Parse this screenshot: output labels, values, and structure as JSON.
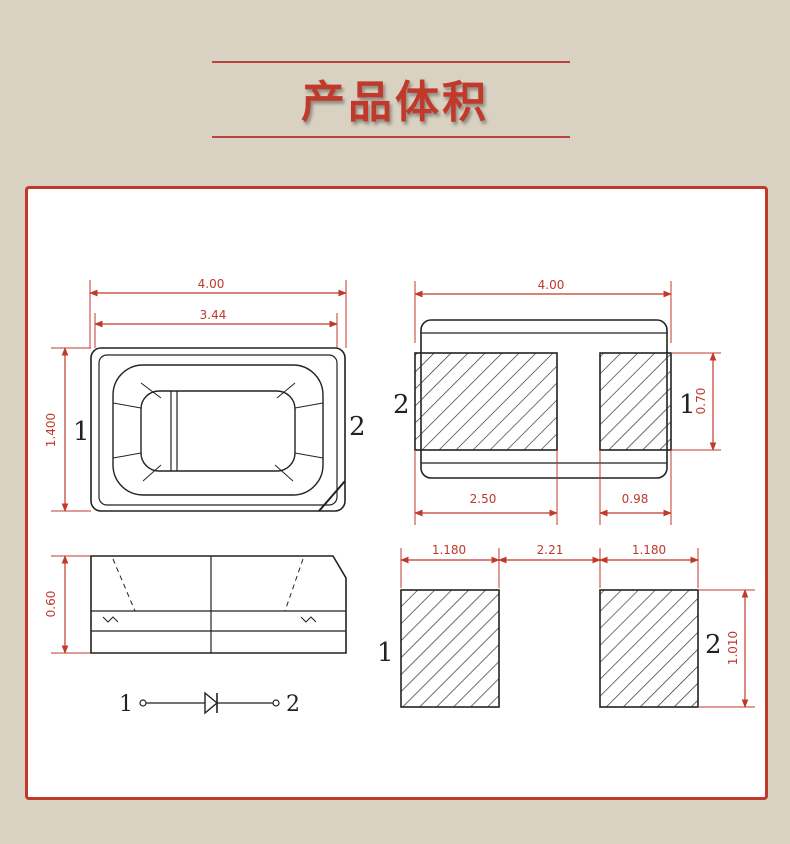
{
  "header": {
    "title": "产品体积"
  },
  "dimensions": {
    "top_width_outer": "4.00",
    "top_width_inner": "3.44",
    "top_height": "1.400",
    "side_height": "0.60",
    "bottom_width": "4.00",
    "pad_height": "0.70",
    "pad_left_width": "2.50",
    "pad_right_width": "0.98",
    "footprint_pad_left": "1.180",
    "footprint_gap": "2.21",
    "footprint_pad_right": "1.180",
    "footprint_pad_height": "1.010"
  },
  "pins": {
    "top_left": "1",
    "top_right": "2",
    "bottom_left": "2",
    "bottom_right": "1",
    "diode_left": "1",
    "diode_right": "2",
    "footprint_left": "1",
    "footprint_right": "2"
  },
  "colors": {
    "accent": "#c0392b",
    "background": "#d9d2c2",
    "panel": "#ffffff"
  }
}
